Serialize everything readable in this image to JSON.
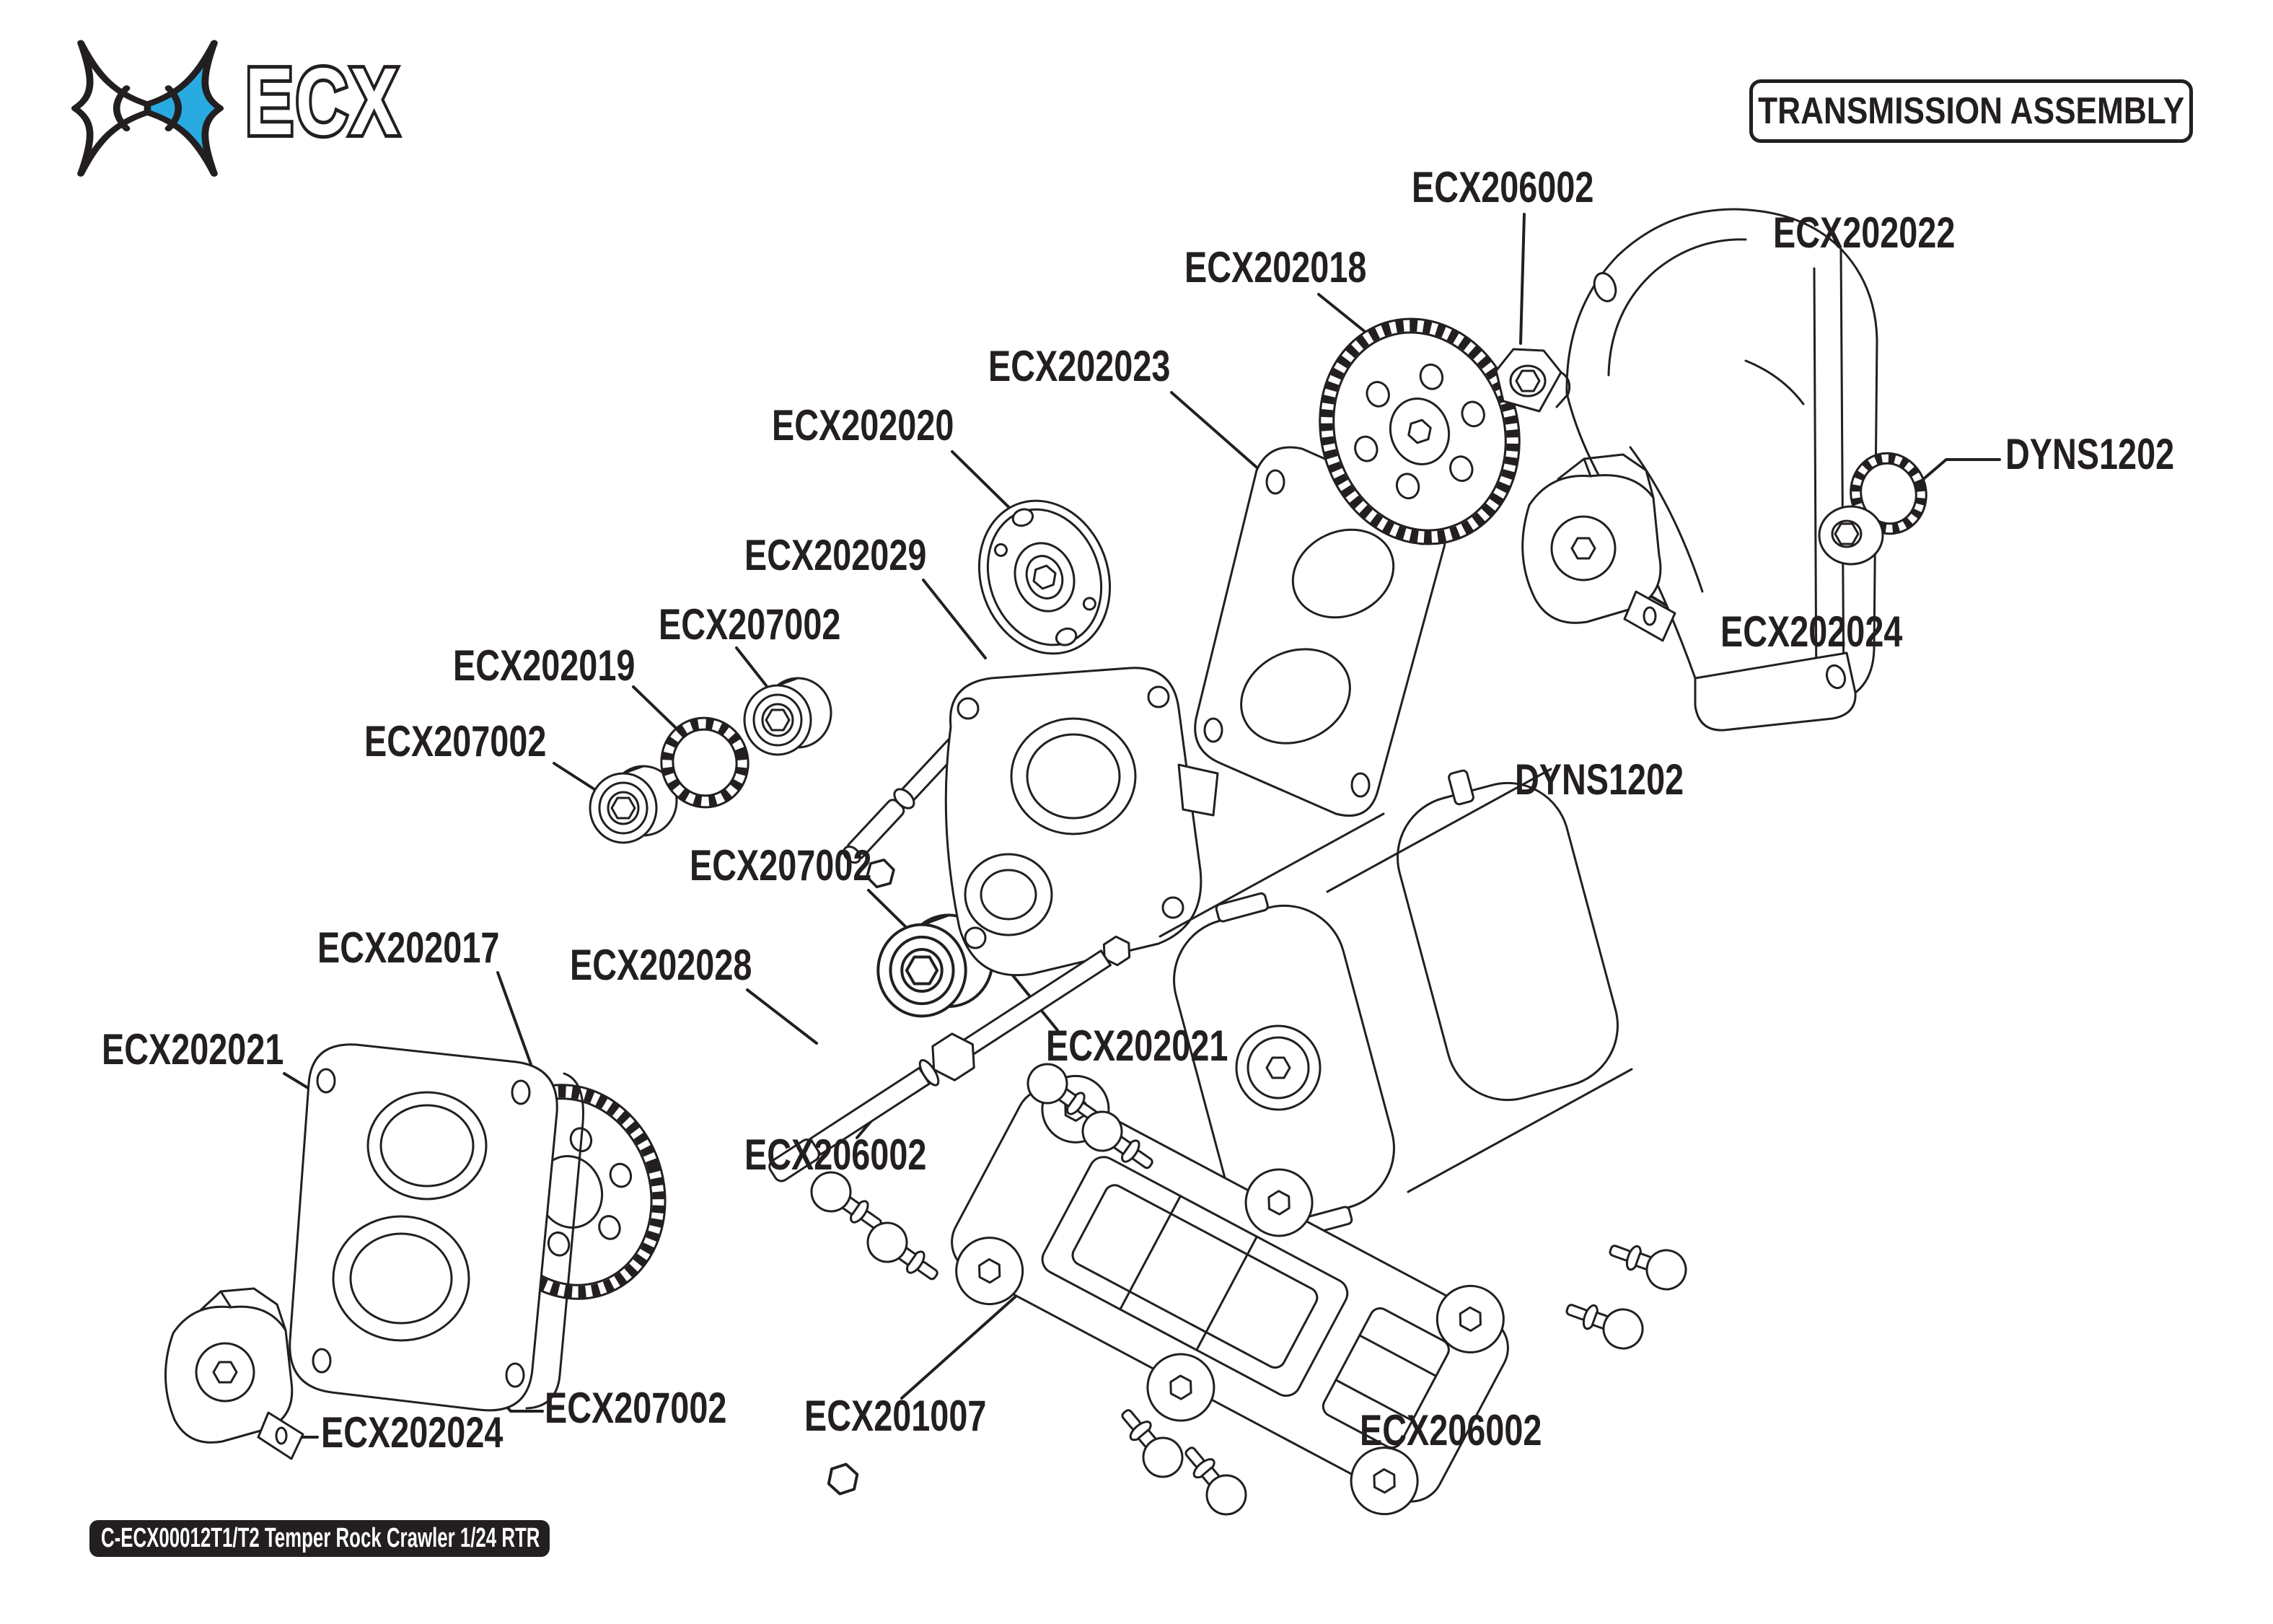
{
  "header": {
    "title": "TRANSMISSION ASSEMBLY",
    "brand": "ECX"
  },
  "footer": {
    "model_code": "C-ECX00012T1/T2 Temper Rock Crawler 1/24 RTR"
  },
  "colors": {
    "accent_blue": "#29ABE2",
    "ink": "#231F20"
  },
  "labels": {
    "ecx206002_top": "ECX206002",
    "ecx202022": "ECX202022",
    "ecx202018": "ECX202018",
    "ecx202023": "ECX202023",
    "ecx202020": "ECX202020",
    "dyns1202_pinion": "DYNS1202",
    "ecx202029": "ECX202029",
    "ecx207002_a": "ECX207002",
    "ecx202024_right": "ECX202024",
    "ecx202019": "ECX202019",
    "ecx207002_b": "ECX207002",
    "dyns1202_motor": "DYNS1202",
    "ecx207002_c": "ECX207002",
    "ecx202017": "ECX202017",
    "ecx202028": "ECX202028",
    "ecx202021_left": "ECX202021",
    "ecx202021_center": "ECX202021",
    "ecx206002_left": "ECX206002",
    "ecx207002_d": "ECX207002",
    "ecx201007": "ECX201007",
    "ecx206002_right": "ECX206002",
    "ecx202024_left": "ECX202024"
  }
}
